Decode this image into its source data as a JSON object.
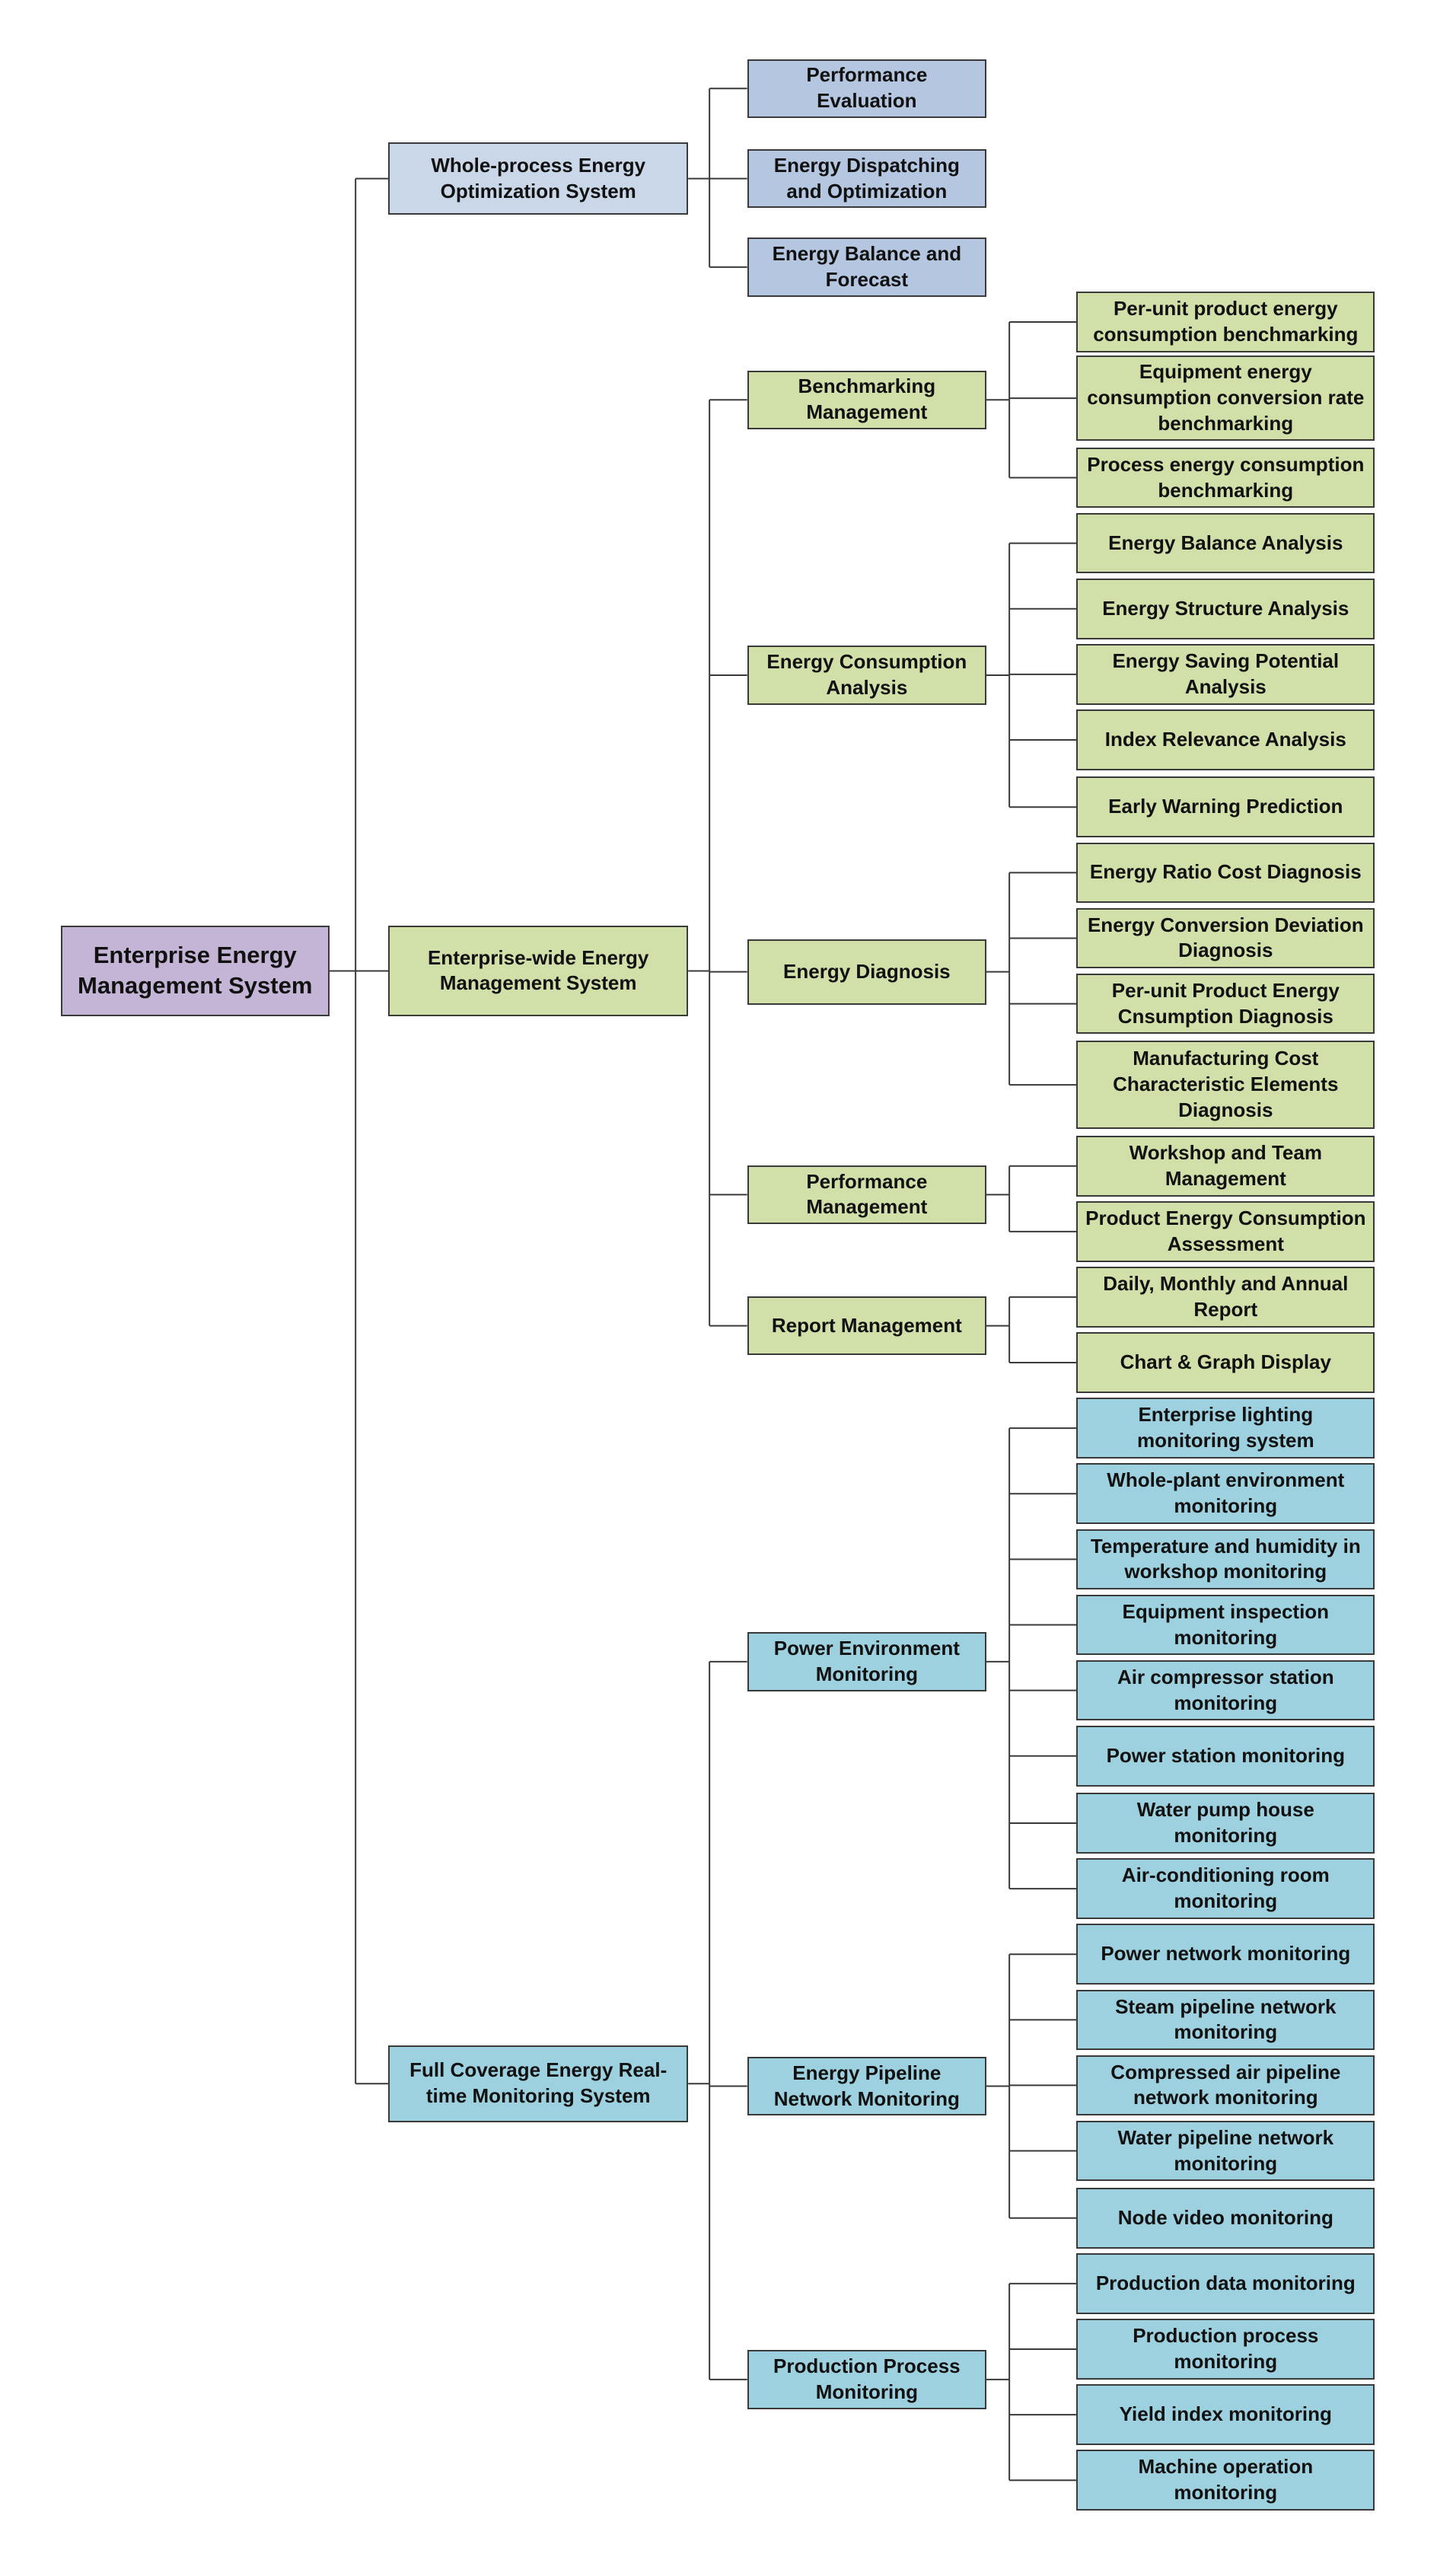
{
  "colors": {
    "purple": "#c4b5d6",
    "light_blue": "#c9d7e9",
    "steel_blue": "#b4c6e0",
    "green": "#d1dfa9",
    "cyan": "#9dd1df",
    "line": "#3a3a3a"
  },
  "root": {
    "label": "Enterprise Energy Management System",
    "color": "purple"
  },
  "systems": [
    {
      "label": "Whole-process Energy Optimization System",
      "color": "light_blue",
      "modules": [
        {
          "label": "Performance Evaluation",
          "color": "steel_blue",
          "items": []
        },
        {
          "label": "Energy Dispatching and Optimization",
          "color": "steel_blue",
          "items": []
        },
        {
          "label": "Energy Balance and Forecast",
          "color": "steel_blue",
          "items": []
        }
      ]
    },
    {
      "label": "Enterprise-wide Energy Management System",
      "color": "green",
      "modules": [
        {
          "label": "Benchmarking Management",
          "color": "green",
          "items": [
            "Per-unit product energy consumption benchmarking",
            "Equipment energy consumption conversion rate benchmarking",
            "Process energy consumption benchmarking"
          ]
        },
        {
          "label": "Energy Consumption Analysis",
          "color": "green",
          "items": [
            "Energy Balance Analysis",
            "Energy Structure Analysis",
            "Energy Saving Potential Analysis",
            "Index Relevance Analysis",
            "Early Warning Prediction"
          ]
        },
        {
          "label": "Energy Diagnosis",
          "color": "green",
          "items": [
            "Energy Ratio Cost Diagnosis",
            "Energy Conversion Deviation Diagnosis",
            "Per-unit Product Energy Cnsumption Diagnosis",
            "Manufacturing Cost Characteristic Elements Diagnosis"
          ]
        },
        {
          "label": "Performance Management",
          "color": "green",
          "items": [
            "Workshop and Team Management",
            "Product Energy Consumption Assessment"
          ]
        },
        {
          "label": "Report Management",
          "color": "green",
          "items": [
            "Daily, Monthly and Annual Report",
            "Chart & Graph Display"
          ]
        }
      ]
    },
    {
      "label": "Full Coverage Energy Real-time Monitoring System",
      "color": "cyan",
      "modules": [
        {
          "label": "Power Environment Monitoring",
          "color": "cyan",
          "items": [
            "Enterprise lighting monitoring system",
            "Whole-plant environment monitoring",
            "Temperature and humidity in workshop monitoring",
            "Equipment inspection monitoring",
            "Air compressor station monitoring",
            "Power station monitoring",
            "Water pump house monitoring",
            "Air-conditioning room monitoring"
          ]
        },
        {
          "label": "Energy Pipeline Network Monitoring",
          "color": "cyan",
          "items": [
            "Power network monitoring",
            "Steam pipeline network monitoring",
            "Compressed air pipeline network monitoring",
            "Water pipeline network monitoring",
            "Node video monitoring"
          ]
        },
        {
          "label": "Production Process Monitoring",
          "color": "cyan",
          "items": [
            "Production data monitoring",
            "Production process monitoring",
            "Yield index monitoring",
            "Machine operation monitoring"
          ]
        }
      ]
    }
  ]
}
